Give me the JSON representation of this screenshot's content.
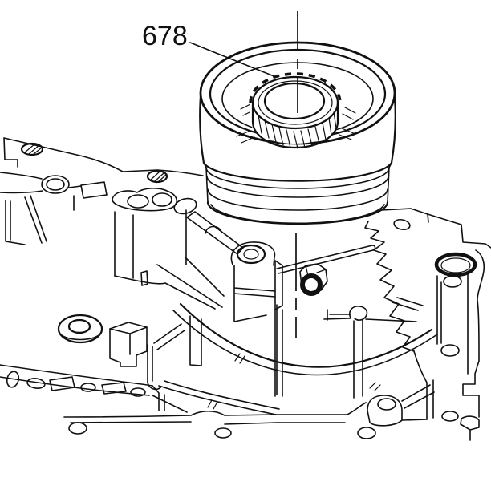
{
  "figure": {
    "background_color": "#ffffff",
    "line_color": "#111111",
    "callout": {
      "label": "678",
      "points_to": "installer-tool"
    },
    "parts": [
      "installer-tool-cup",
      "splined-gear-hub",
      "center-axis-line",
      "transmission-case",
      "threaded-hole-left",
      "threaded-hole-mid",
      "pillar-boss-hole",
      "hex-bolt",
      "alignment-rod",
      "bore-arch",
      "flat-washer",
      "right-machined-boss",
      "bottom-flange-bolt-holes"
    ]
  }
}
